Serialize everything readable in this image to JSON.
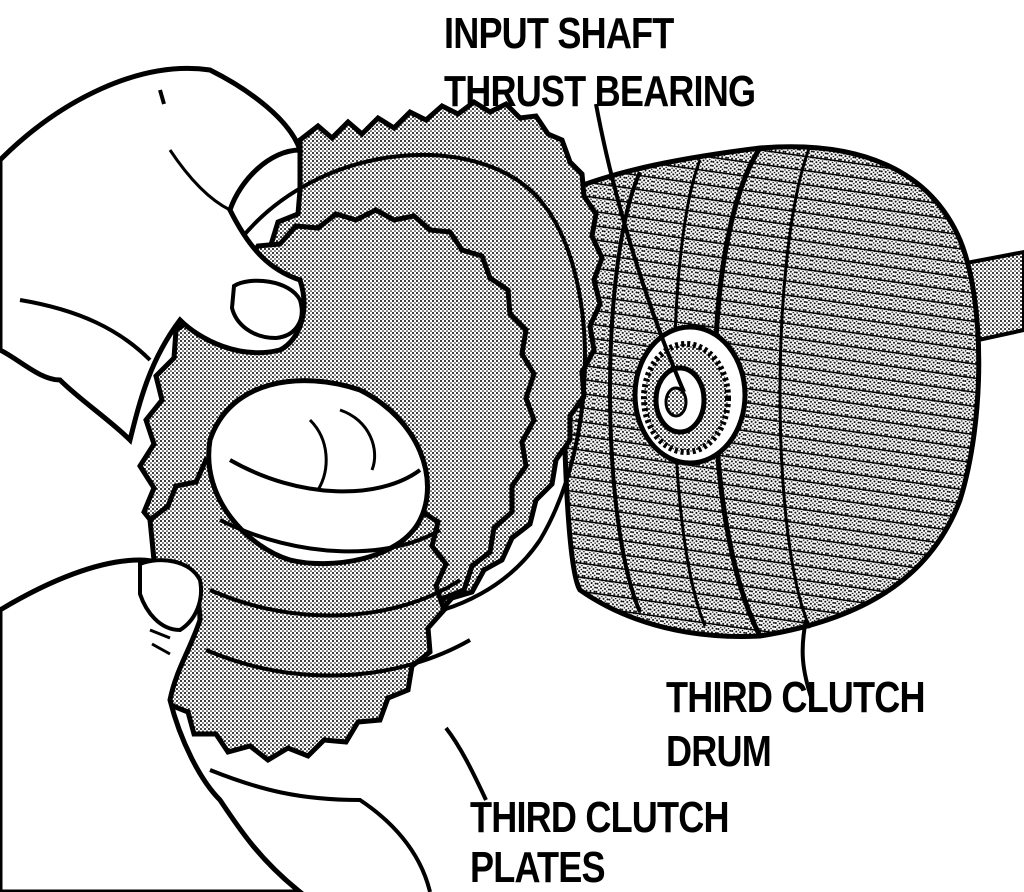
{
  "labels": {
    "input_shaft_thrust_bearing": [
      "INPUT SHAFT",
      "THRUST BEARING"
    ],
    "third_clutch_drum": [
      "THIRD CLUTCH",
      "DRUM"
    ],
    "third_clutch_plates": [
      "THIRD CLUTCH",
      "PLATES"
    ]
  },
  "colors": {
    "ink": "#000000",
    "paper": "#ffffff",
    "screen": "#b8b8b8"
  }
}
